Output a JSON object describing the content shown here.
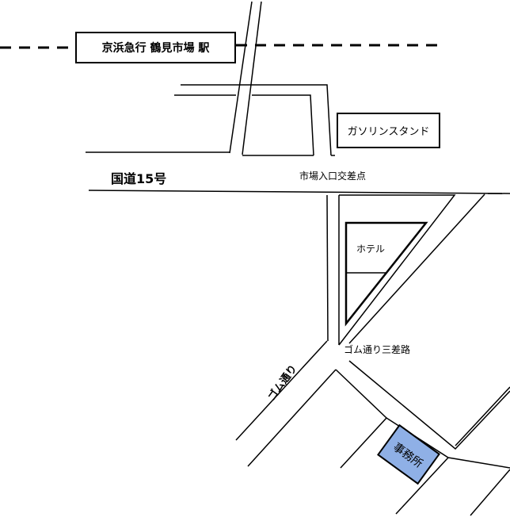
{
  "map": {
    "station_label": "京浜急行 鶴見市場 駅",
    "gas_stand_label": "ガソリンスタンド",
    "route_label": "国道15号",
    "intersection_label": "市場入口交差点",
    "hotel_label": "ホテル",
    "junction_label": "ゴム通り三差路",
    "street_label": "ゴム通り",
    "office_label": "事務所",
    "office_color": "#8fb0e6"
  }
}
